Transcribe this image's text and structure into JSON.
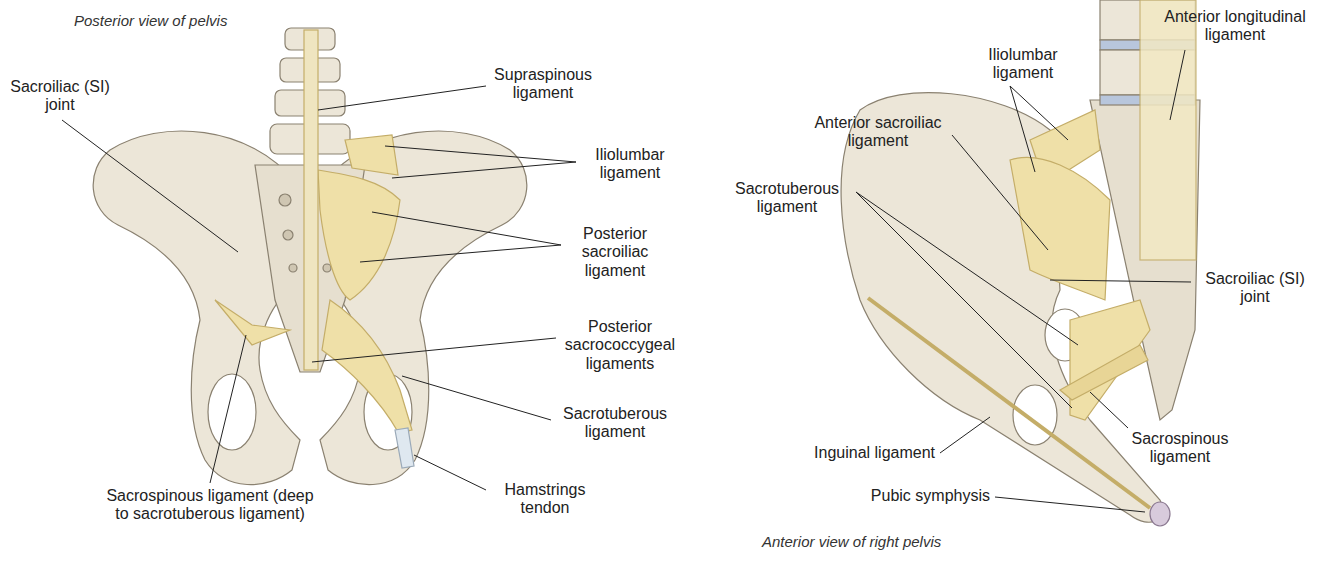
{
  "diagram": {
    "labels": [
      "Posterior view of pelvis",
      "Sacroiliac (SI) joint",
      "Supraspinous ligament",
      "Iliolumbar ligament",
      "Posterior sacroiliac ligament",
      "Posterior sacrococcygeal ligaments",
      "Sacrotuberous ligament",
      "Hamstrings tendon",
      "Sacrospinous ligament (deep to sacrotuberous ligament)",
      "Anterior longitudinal ligament",
      "Iliolumbar ligament",
      "Anterior sacroiliac ligament",
      "Sacrotuberous ligament",
      "Sacroiliac (SI) joint",
      "Inguinal ligament",
      "Sacrospinous ligament",
      "Pubic symphysis",
      "Anterior view of right pelvis"
    ]
  }
}
